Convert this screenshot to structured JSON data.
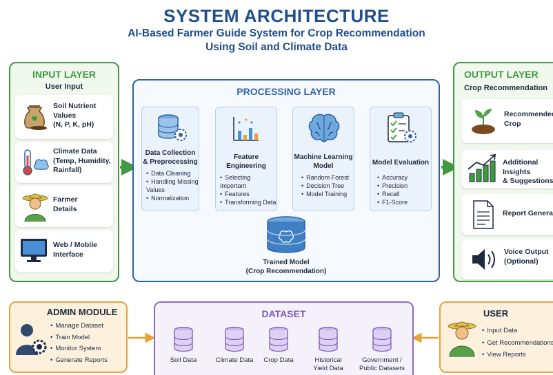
{
  "header": {
    "title": "SYSTEM ARCHITECTURE",
    "subtitle_line1": "AI-Based Farmer Guide System for Crop Recommendation",
    "subtitle_line2": "Using Soil and Climate Data"
  },
  "input_layer": {
    "title": "INPUT LAYER",
    "subtitle": "User Input",
    "items": [
      {
        "label": "Soil Nutrient\nValues\n(N, P, K, pH)",
        "icon": "soil-sack-icon"
      },
      {
        "label": "Climate Data\n(Temp, Humidity,\nRainfall)",
        "icon": "thermometer-cloud-icon"
      },
      {
        "label": "Farmer\nDetails",
        "icon": "farmer-icon"
      },
      {
        "label": "Web / Mobile\nInterface",
        "icon": "monitor-icon"
      }
    ]
  },
  "processing_layer": {
    "title": "PROCESSING LAYER",
    "stages": [
      {
        "title": "Data Collection\n& Preprocessing",
        "bullets": [
          "Data Cleaning",
          "Handling Missing Values",
          "Normalization"
        ],
        "icon": "database-gear-icon"
      },
      {
        "title": "Feature\nEngineering",
        "bullets": [
          "Selecting Important",
          "Features",
          "Transforming Data"
        ],
        "icon": "bar-chart-icon"
      },
      {
        "title": "Machine Learning\nModel",
        "bullets": [
          "Random Forest",
          "Decision Tree",
          "Model Training"
        ],
        "icon": "brain-icon"
      },
      {
        "title": "Model Evaluation",
        "bullets": [
          "Accuracy",
          "Precision",
          "Recall",
          "F1-Score"
        ],
        "icon": "clipboard-check-icon"
      }
    ],
    "trained_model": "Trained Model\n(Crop Recommendation)"
  },
  "output_layer": {
    "title": "OUTPUT LAYER",
    "subtitle": "Crop Recommendation",
    "items": [
      {
        "label": "Recommended\nCrop",
        "icon": "sprout-icon"
      },
      {
        "label": "Additional Insights\n& Suggestions",
        "icon": "growth-chart-icon"
      },
      {
        "label": "Report Generation",
        "icon": "document-icon"
      },
      {
        "label": "Voice Output\n(Optional)",
        "icon": "speaker-icon"
      }
    ]
  },
  "admin_module": {
    "title": "ADMIN MODULE",
    "items": [
      "Manage Dataset",
      "Train Model",
      "Monitor System",
      "Generate Reports"
    ]
  },
  "dataset": {
    "title": "DATASET",
    "items": [
      "Soil Data",
      "Climate Data",
      "Crop Data",
      "Historical\nYield Data",
      "Government /\nPublic Datasets"
    ]
  },
  "user": {
    "title": "USER",
    "items": [
      "Input Data",
      "Get Recommendations",
      "View Reports"
    ]
  },
  "colors": {
    "input": "#3f9a3f",
    "processing": "#2f62a8",
    "output": "#3f9a3f",
    "admin": "#e8a23a",
    "dataset": "#8a6cc7",
    "user": "#e8a23a"
  }
}
